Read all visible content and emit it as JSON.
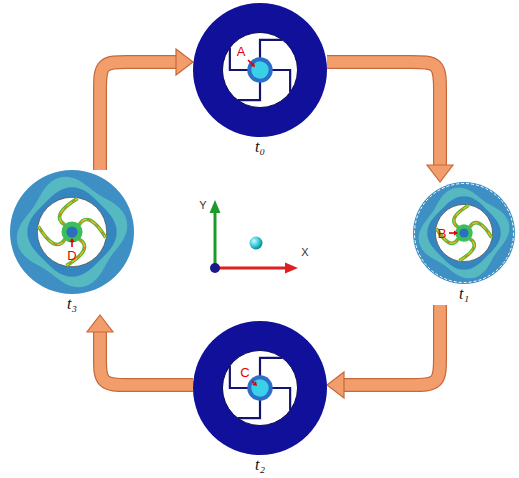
{
  "diagram": {
    "nodes": [
      {
        "text": [
          "A",
          "t₀"
        ]
      },
      {
        "text": [
          "D",
          "t₃"
        ]
      },
      {
        "text": [
          "B",
          "t₁"
        ]
      },
      {
        "text": [
          "C",
          "t₂"
        ]
      }
    ],
    "edges": [
      {
        "from": 0,
        "to": 2,
        "arrow": "to"
      },
      {
        "from": 2,
        "to": 3,
        "arrow": "to"
      },
      {
        "from": 3,
        "to": 1,
        "arrow": "to"
      },
      {
        "from": 1,
        "to": 0,
        "arrow": "to"
      }
    ],
    "labels": [
      "Y",
      "X"
    ]
  }
}
